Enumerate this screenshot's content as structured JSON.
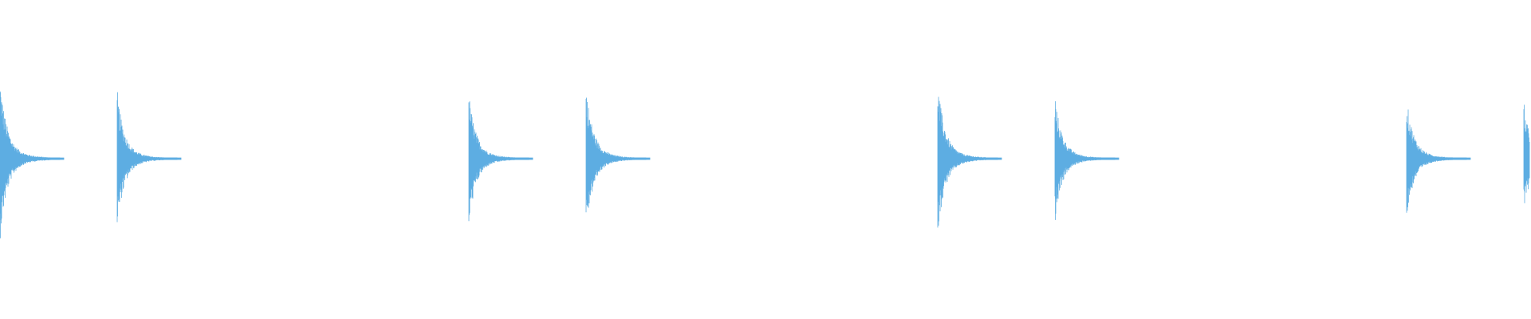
{
  "waveform": {
    "color": "#5dade2",
    "background": "#ffffff",
    "hits": [
      {
        "time": 0.0,
        "peak": 0.5,
        "trough": 0.5
      },
      {
        "time": 0.1,
        "peak": 0.42,
        "trough": 0.43
      },
      {
        "time": 0.4,
        "peak": 0.41,
        "trough": 0.42
      },
      {
        "time": 0.5,
        "peak": 0.45,
        "trough": 0.45
      },
      {
        "time": 0.8,
        "peak": 0.48,
        "trough": 0.48
      },
      {
        "time": 0.9,
        "peak": 0.39,
        "trough": 0.39
      },
      {
        "time": 1.2,
        "peak": 0.38,
        "trough": 0.38
      },
      {
        "time": 1.3,
        "peak": 0.34,
        "trough": 0.34
      }
    ],
    "duration": 1.3
  }
}
